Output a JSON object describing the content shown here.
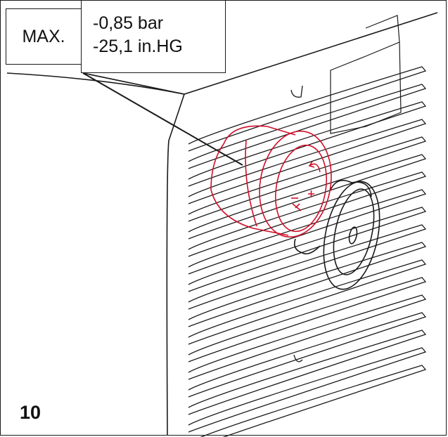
{
  "callout": {
    "label": "MAX.",
    "value_bar": "-0,85 bar",
    "value_inhg": "-25,1 in.HG"
  },
  "figure_number": "10",
  "colors": {
    "line": "#1a1a1a",
    "highlight": "#d0102a"
  },
  "icons": [
    "vacuum-regulator-knob",
    "rotation-arrow-icon",
    "increase-plus-icon",
    "decrease-minus-icon"
  ]
}
